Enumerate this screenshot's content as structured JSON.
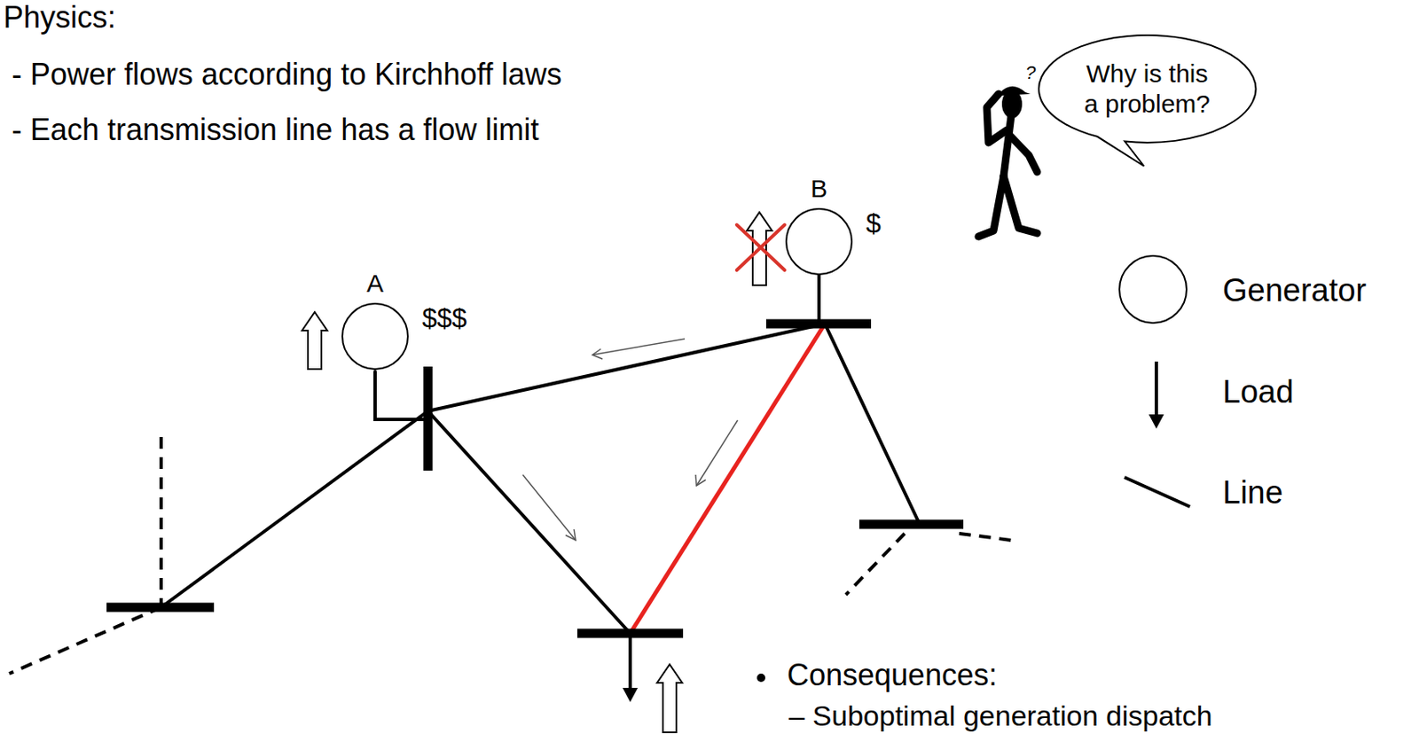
{
  "diagram": {
    "nodes": [
      {
        "text": [
          "Why is this a problem?"
        ]
      },
      {
        "text": [
          "A",
          "$$$"
        ]
      },
      {
        "text": [
          "B",
          "$"
        ]
      }
    ],
    "labels": [
      "Physics:",
      "- Power flows according to Kirchhoff laws",
      "- Each transmission line has a flow limit",
      "Consequences:",
      "– Suboptimal generation dispatch",
      "?"
    ],
    "legend": [
      {
        "text": "Generator"
      },
      {
        "text": "Load"
      },
      {
        "text": "Line"
      }
    ]
  }
}
